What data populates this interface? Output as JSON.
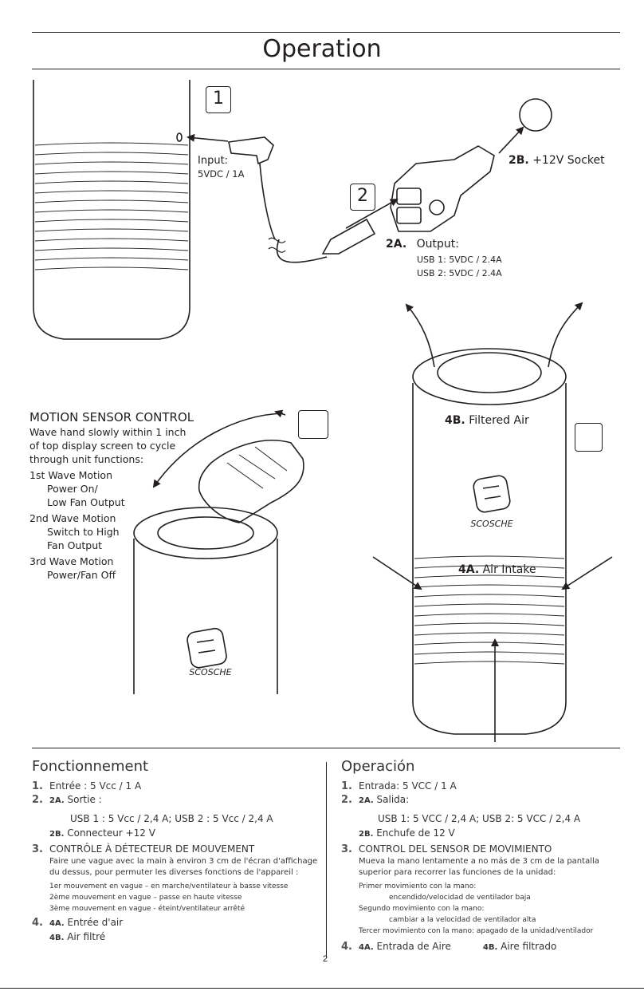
{
  "header": {
    "title": "Operation",
    "page_number": "2"
  },
  "steps": {
    "step1_num": "1",
    "step2_num": "2"
  },
  "labels": {
    "input_title": "Input:",
    "input_spec": "5VDC / 1A",
    "socket_code": "2B.",
    "socket_text": "+12V Socket",
    "output_code": "2A.",
    "output_title": "Output:",
    "output_usb1": "USB 1: 5VDC / 2.4A",
    "output_usb2": "USB 2: 5VDC / 2.4A",
    "filtered_code": "4B.",
    "filtered_text": "Filtered Air",
    "intake_code": "4A.",
    "intake_text": "Air Intake",
    "brand": "SCOSCHE"
  },
  "motion": {
    "heading": "MOTION SENSOR CONTROL",
    "desc1": "Wave hand slowly within 1 inch",
    "desc2": "of top display screen to cycle",
    "desc3": "through unit functions:",
    "w1": "1st Wave Motion",
    "w1a": "Power On/",
    "w1b": "Low Fan Output",
    "w2": "2nd Wave Motion",
    "w2a": "Switch to High",
    "w2b": "Fan Output",
    "w3": "3rd  Wave Motion",
    "w3a": "Power/Fan Off"
  },
  "fr": {
    "title": "Fonctionnement",
    "n1": "1.",
    "l1": "Entrée : 5 Vcc / 1 A",
    "n2": "2.",
    "c2a": "2A.",
    "l2a": "Sortie :",
    "l2a_spec": "USB 1 : 5 Vcc / 2,4 A; USB 2 : 5 Vcc / 2,4 A",
    "c2b": "2B.",
    "l2b": "Connecteur +12 V",
    "n3": "3.",
    "l3": "CONTRÔLE À DÉTECTEUR DE MOUVEMENT",
    "l3d1": "Faire une vague avec la main à environ 3 cm de l'écran d'affichage",
    "l3d2": "du dessus, pour permuter les diverses fonctions de l'appareil :",
    "m1": "1er mouvement en vague – en marche/ventilateur à basse vitesse",
    "m2": "2ème mouvement en vague – passe en haute vitesse",
    "m3": "3ème mouvement en vague - éteint/ventilateur arrêté",
    "n4": "4.",
    "c4a": "4A.",
    "l4a": "Entrée d'air",
    "c4b": "4B.",
    "l4b": "Air filtré"
  },
  "es": {
    "title": "Operación",
    "n1": "1.",
    "l1": "Entrada:  5 VCC / 1 A",
    "n2": "2.",
    "c2a": "2A.",
    "l2a": "Salida:",
    "l2a_spec": "USB 1: 5 VCC / 2,4 A; USB 2: 5 VCC / 2,4 A",
    "c2b": "2B.",
    "l2b": "Enchufe de 12 V",
    "n3": "3.",
    "l3": "CONTROL DEL SENSOR DE MOVIMIENTO",
    "l3d1": "Mueva la mano lentamente a no más de 3 cm de la pantalla",
    "l3d2": "superior para recorrer las funciones de la unidad:",
    "m1": "Primer movimiento con la mano:",
    "m1b": "encendido/velocidad de ventilador baja",
    "m2": "Segundo movimiento con la mano:",
    "m2b": "cambiar a la velocidad de ventilador alta",
    "m3": "Tercer movimiento con la mano: apagado de la unidad/ventilador",
    "n4": "4.",
    "c4a": "4A.",
    "l4a": "Entrada de Aire",
    "c4b": "4B.",
    "l4b": "Aire filtrado"
  }
}
